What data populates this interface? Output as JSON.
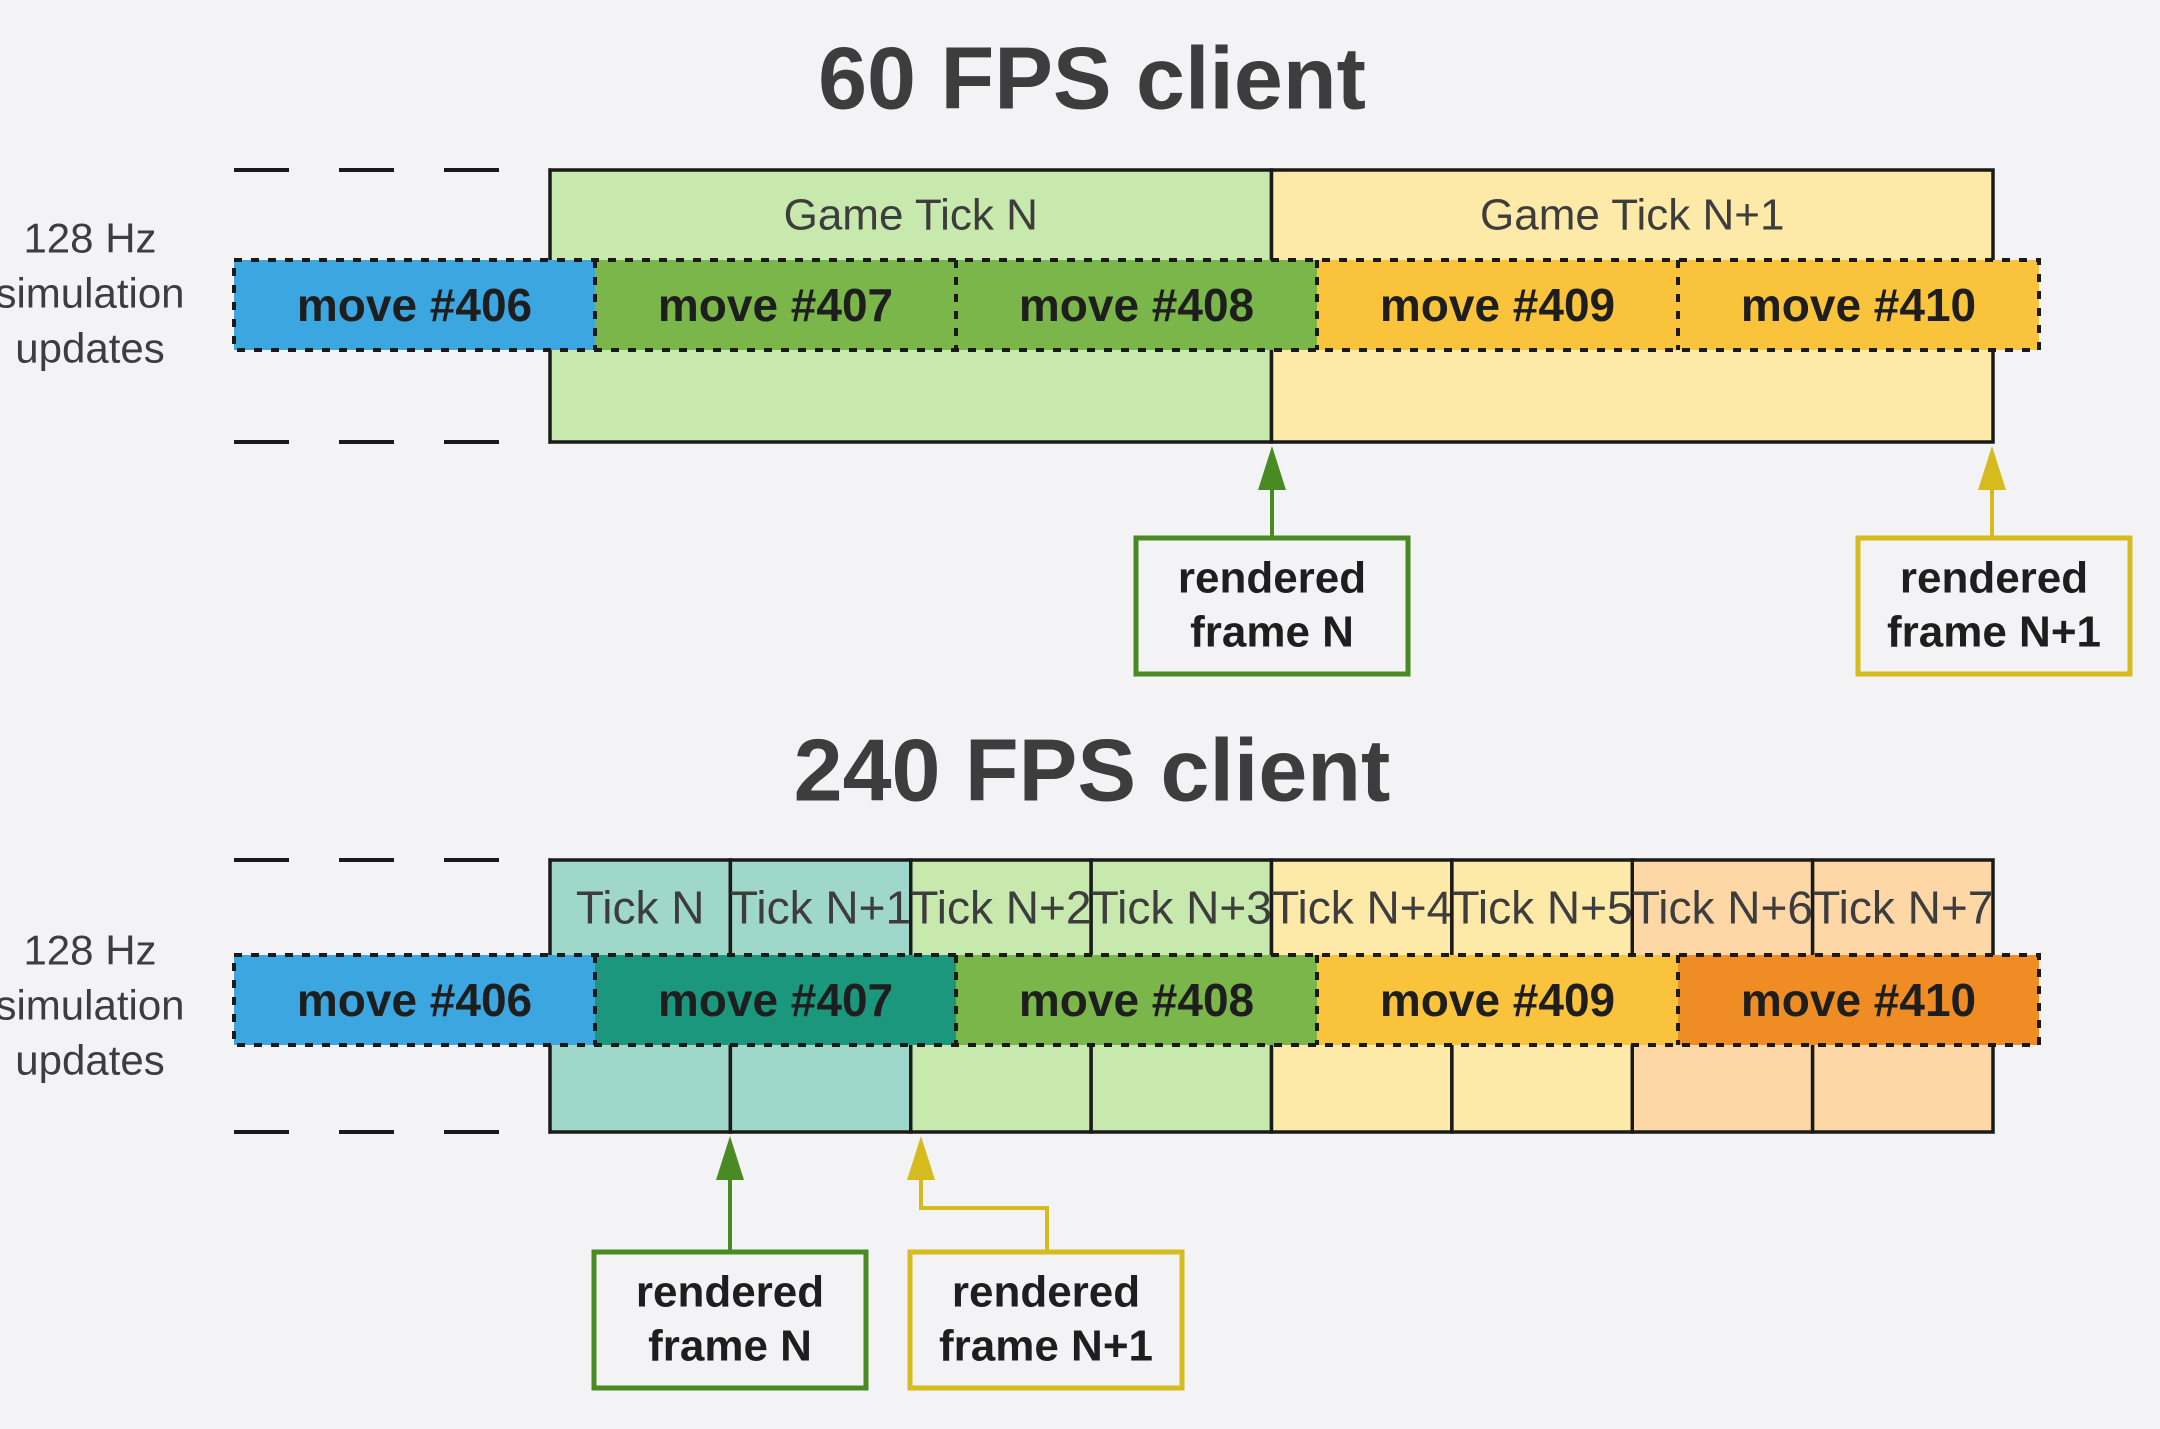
{
  "panels": [
    {
      "title": "60 FPS client",
      "side_label": [
        "128 Hz",
        "simulation",
        "updates"
      ],
      "ticks": [
        {
          "label": "Game Tick N",
          "fill": "#c8e9ad"
        },
        {
          "label": "Game Tick N+1",
          "fill": "#fdeaa8"
        }
      ],
      "moves": [
        {
          "label": "move #406",
          "fill": "#3ba6df"
        },
        {
          "label": "move #407",
          "fill": "#7ab64a"
        },
        {
          "label": "move #408",
          "fill": "#7ab64a"
        },
        {
          "label": "move #409",
          "fill": "#f9c33c"
        },
        {
          "label": "move #410",
          "fill": "#f9c33c"
        }
      ],
      "callouts": [
        {
          "lines": [
            "rendered",
            "frame N"
          ],
          "color": "#4a8a22"
        },
        {
          "lines": [
            "rendered",
            "frame N+1"
          ],
          "color": "#d6bb1f"
        }
      ]
    },
    {
      "title": "240 FPS client",
      "side_label": [
        "128 Hz",
        "simulation",
        "updates"
      ],
      "ticks": [
        {
          "label": "Tick N",
          "fill": "#9fd8cb"
        },
        {
          "label": "Tick N+1",
          "fill": "#9fd8cb"
        },
        {
          "label": "Tick N+2",
          "fill": "#c8e9ad"
        },
        {
          "label": "Tick N+3",
          "fill": "#c8e9ad"
        },
        {
          "label": "Tick N+4",
          "fill": "#fdeaa8"
        },
        {
          "label": "Tick N+5",
          "fill": "#fdeaa8"
        },
        {
          "label": "Tick N+6",
          "fill": "#fdd7a6"
        },
        {
          "label": "Tick N+7",
          "fill": "#fdd7a6"
        }
      ],
      "moves": [
        {
          "label": "move #406",
          "fill": "#3ba6df"
        },
        {
          "label": "move #407",
          "fill": "#1b977d"
        },
        {
          "label": "move #408",
          "fill": "#7ab64a"
        },
        {
          "label": "move #409",
          "fill": "#f9c33c"
        },
        {
          "label": "move #410",
          "fill": "#ef8d24"
        }
      ],
      "callouts": [
        {
          "lines": [
            "rendered",
            "frame N"
          ],
          "color": "#4a8a22"
        },
        {
          "lines": [
            "rendered",
            "frame N+1"
          ],
          "color": "#d6bb1f"
        }
      ]
    }
  ],
  "colors": {
    "text": "#3d3d3d",
    "border": "#1a1a1a",
    "background": "#f3f3f5"
  }
}
